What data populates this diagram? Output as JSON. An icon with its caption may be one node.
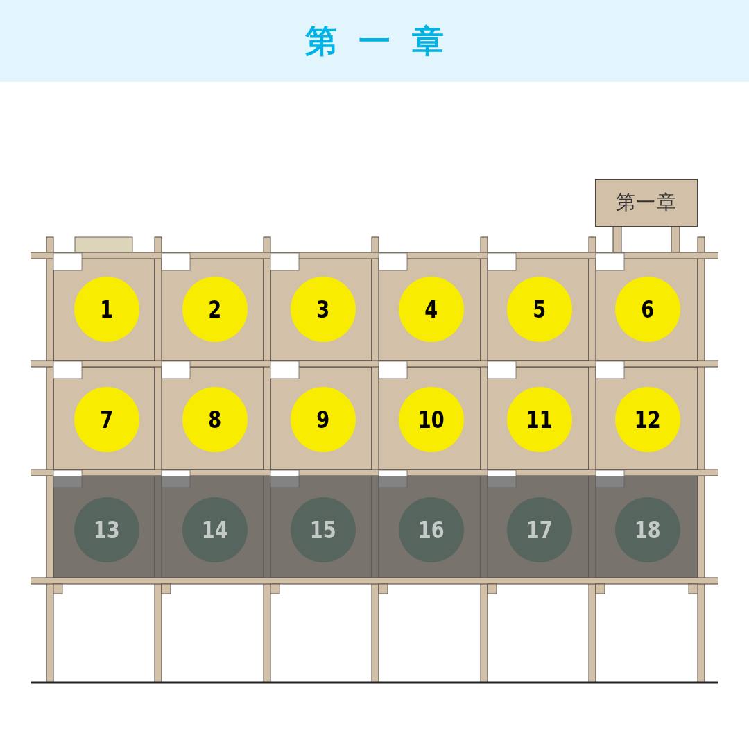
{
  "diagram": {
    "title": "第一章",
    "nodes": [
      {
        "text": [
          "第一章"
        ]
      },
      {
        "text": [
          "1"
        ]
      },
      {
        "text": [
          "2"
        ]
      },
      {
        "text": [
          "3"
        ]
      },
      {
        "text": [
          "4"
        ]
      },
      {
        "text": [
          "5"
        ]
      },
      {
        "text": [
          "6"
        ]
      },
      {
        "text": [
          "7"
        ]
      },
      {
        "text": [
          "8"
        ]
      },
      {
        "text": [
          "9"
        ]
      },
      {
        "text": [
          "10"
        ]
      },
      {
        "text": [
          "11"
        ]
      },
      {
        "text": [
          "12"
        ]
      },
      {
        "text": [
          "13"
        ]
      },
      {
        "text": [
          "14"
        ]
      },
      {
        "text": [
          "15"
        ]
      },
      {
        "text": [
          "16"
        ]
      },
      {
        "text": [
          "17"
        ]
      },
      {
        "text": [
          "18"
        ]
      }
    ]
  }
}
